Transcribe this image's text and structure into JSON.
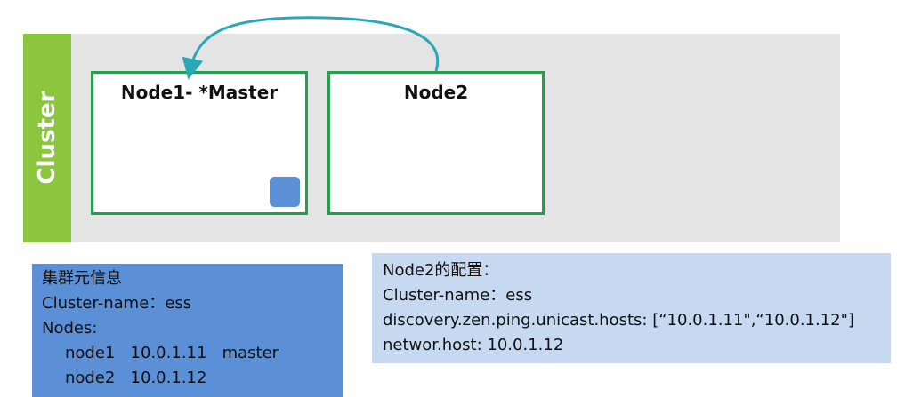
{
  "cluster": {
    "label": "Cluster",
    "nodes": [
      {
        "title": "Node1- *Master"
      },
      {
        "title": "Node2"
      }
    ]
  },
  "cluster_meta": {
    "title": "集群元信息",
    "cluster_name_line": "Cluster-name：ess",
    "nodes_label": "Nodes:",
    "node_lines": [
      "node1   10.0.1.11   master",
      "node2   10.0.1.12"
    ]
  },
  "node2_config": {
    "title": "Node2的配置：",
    "cluster_name_line": "Cluster-name：ess",
    "hosts_line": "discovery.zen.ping.unicast.hosts: [“10.0.1.11\",“10.0.1.12\"]",
    "network_line": "networ.host: 10.0.1.12"
  },
  "colors": {
    "cluster_bar": "#8cc63f",
    "node_border": "#22a04b",
    "shard": "#5b8fd6",
    "arrow": "#2aa8b8",
    "meta_box": "#5b8fd6",
    "config_box": "#c7d9f0"
  }
}
